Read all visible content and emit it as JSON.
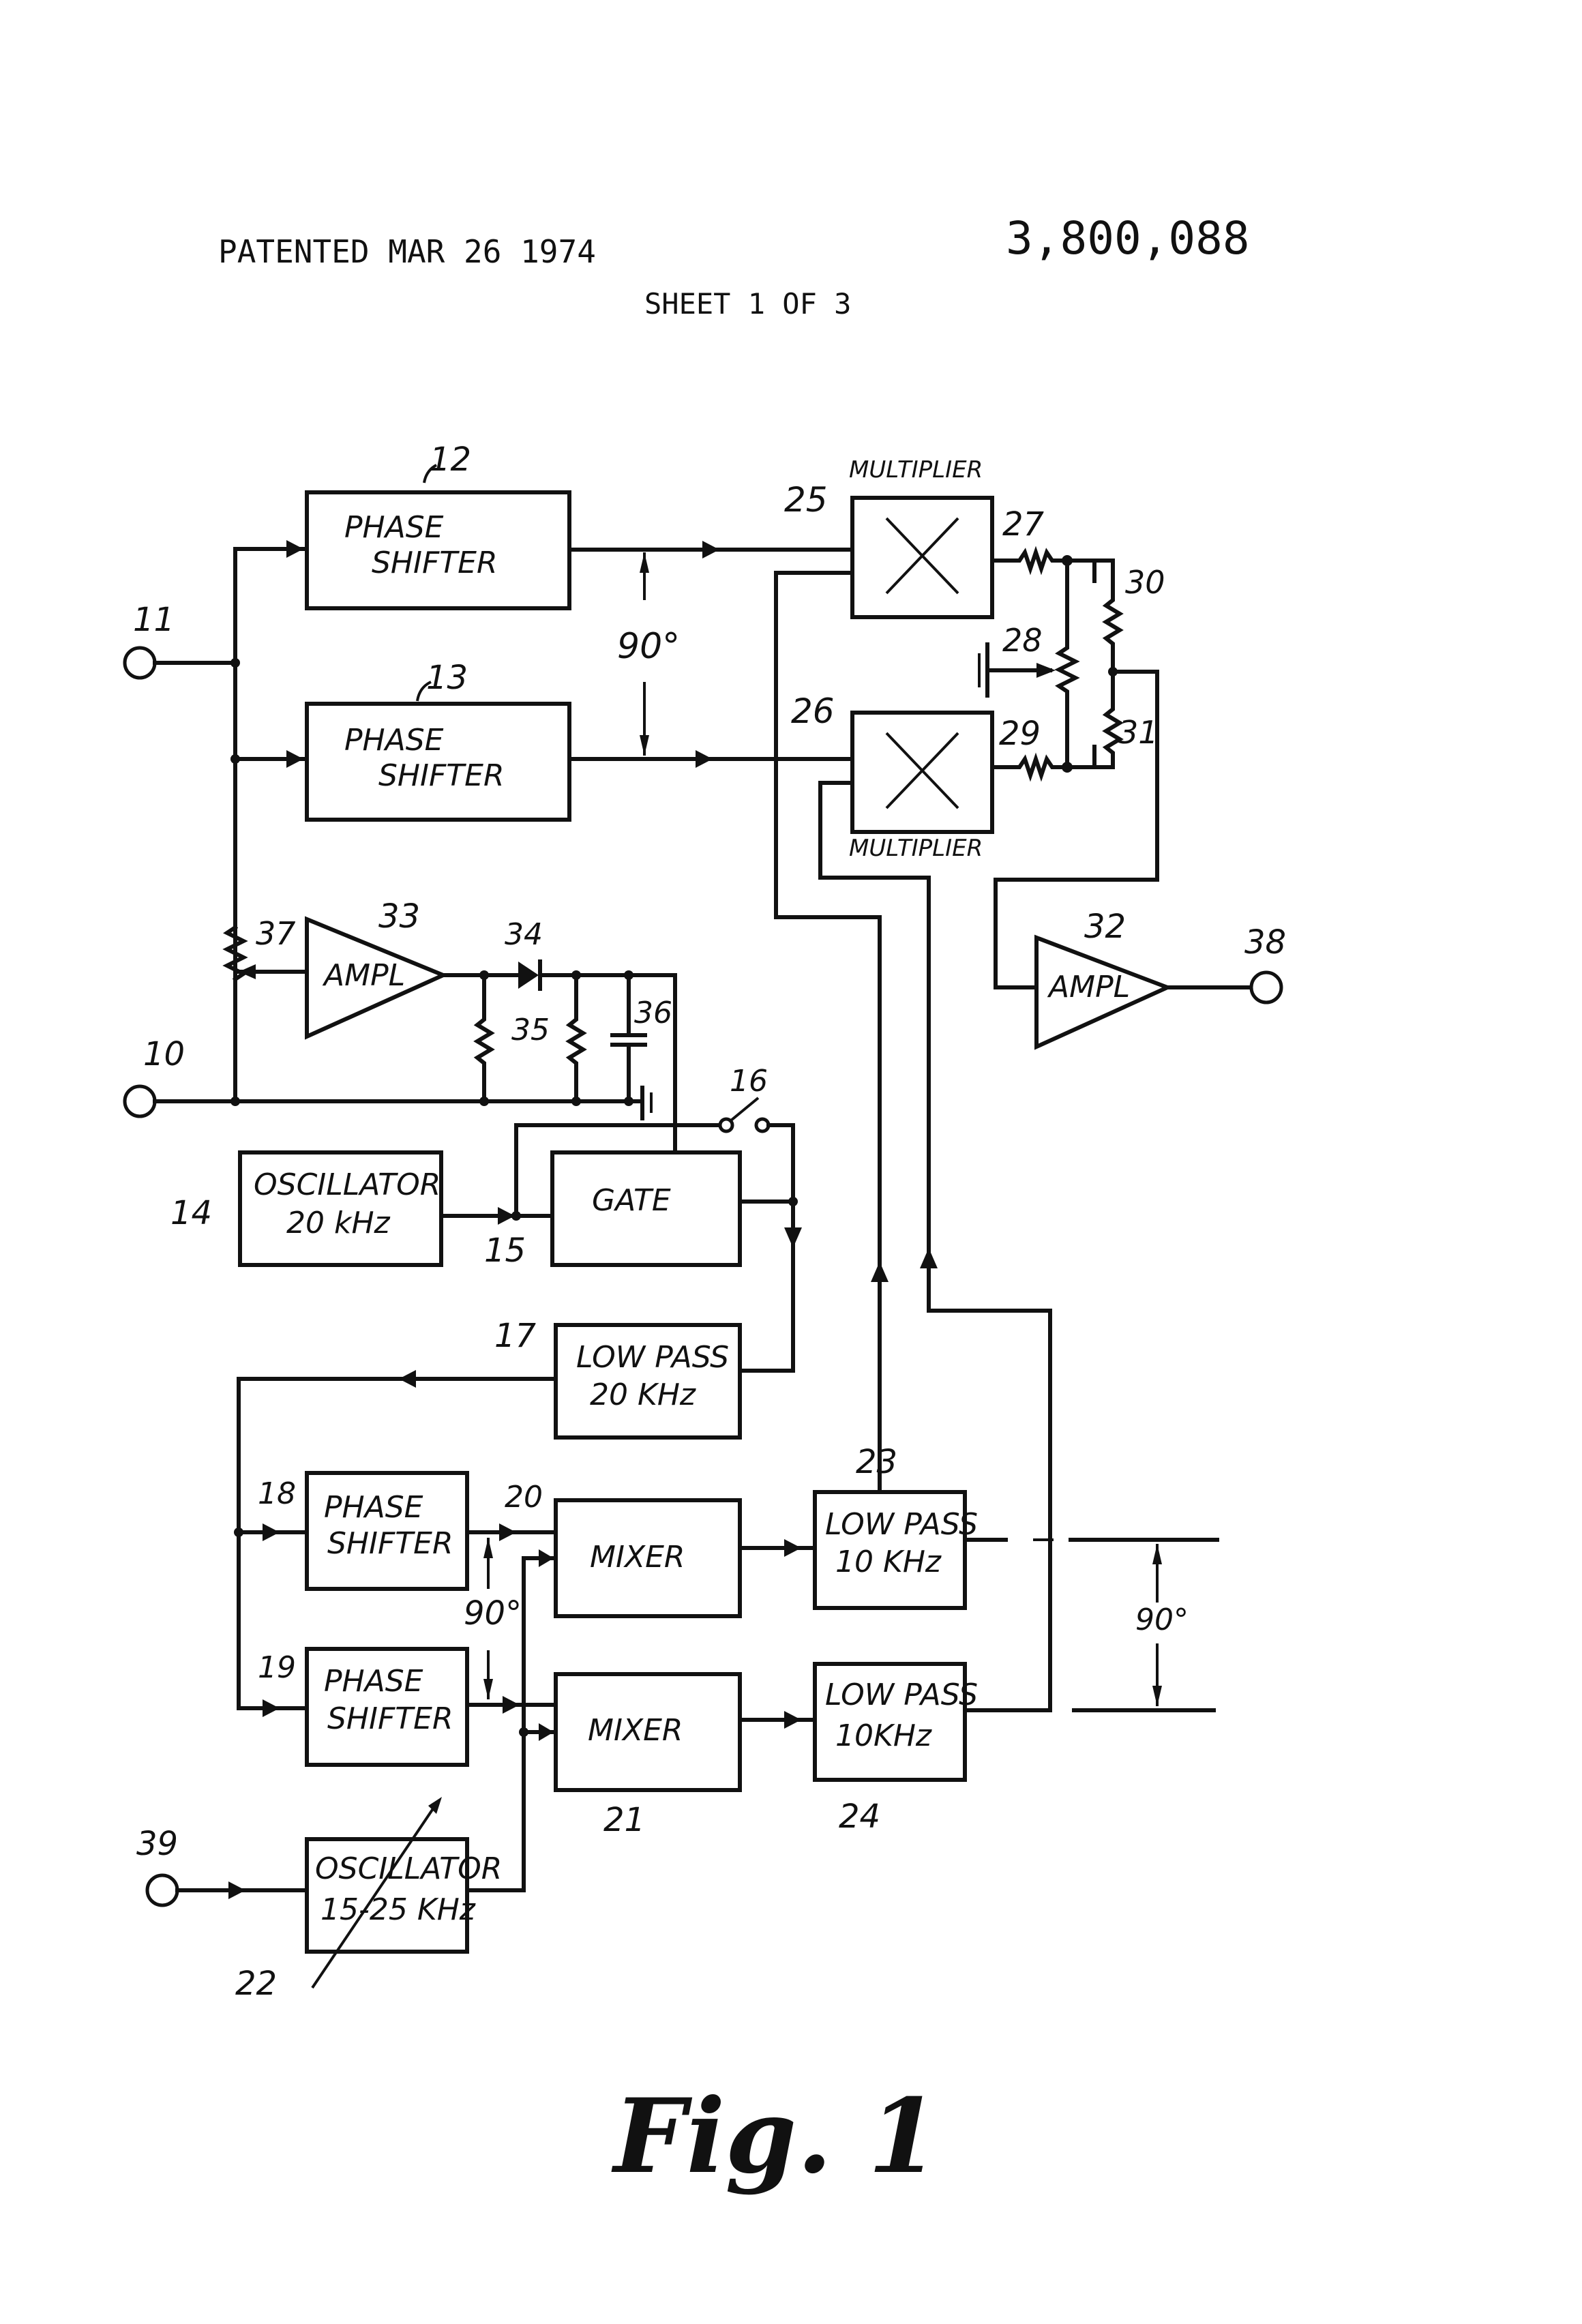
{
  "header": {
    "patented": "PATENTED MAR 26 1974",
    "patent_number": "3,800,088",
    "sheet": "SHEET 1 OF 3"
  },
  "figure_caption": "Fig. 1",
  "blocks": {
    "b12": {
      "ref": "12",
      "line1": "PHASE",
      "line2": "SHIFTER"
    },
    "b13": {
      "ref": "13",
      "line1": "PHASE",
      "line2": "SHIFTER"
    },
    "b25": {
      "ref": "25",
      "caption": "MULTIPLIER"
    },
    "b26": {
      "ref": "26",
      "caption": "MULTIPLIER"
    },
    "b33": {
      "ref": "33",
      "line1": "AMPL"
    },
    "b32": {
      "ref": "32",
      "line1": "AMPL"
    },
    "b14": {
      "ref": "14",
      "line1": "OSCILLATOR",
      "line2": "20 kHz"
    },
    "b15": {
      "ref": "15",
      "line1": "GATE"
    },
    "b17": {
      "ref": "17",
      "line1": "LOW PASS",
      "line2": "20 KHz"
    },
    "b18": {
      "ref": "18",
      "line1": "PHASE",
      "line2": "SHIFTER"
    },
    "b19": {
      "ref": "19",
      "line1": "PHASE",
      "line2": "SHIFTER"
    },
    "b20": {
      "ref": "20",
      "line1": "MIXER"
    },
    "b21": {
      "ref": "21",
      "line1": "MIXER"
    },
    "b23": {
      "ref": "23",
      "line1": "LOW PASS",
      "line2": "10 KHz"
    },
    "b24": {
      "ref": "24",
      "line1": "LOW PASS",
      "line2": "10KHz"
    },
    "b22": {
      "ref": "22",
      "line1": "OSCILLATOR",
      "line2": "15-25 KHz"
    }
  },
  "components": {
    "r27": "27",
    "r28": "28",
    "r29": "29",
    "r30": "30",
    "r31": "31",
    "d34": "34",
    "r35": "35",
    "c36": "36",
    "r37": "37",
    "s16": "16"
  },
  "terminals": {
    "t10": "10",
    "t11": "11",
    "t38": "38",
    "t39": "39"
  },
  "phase_labels": {
    "top": "90°",
    "middle": "90°",
    "right": "90°"
  }
}
